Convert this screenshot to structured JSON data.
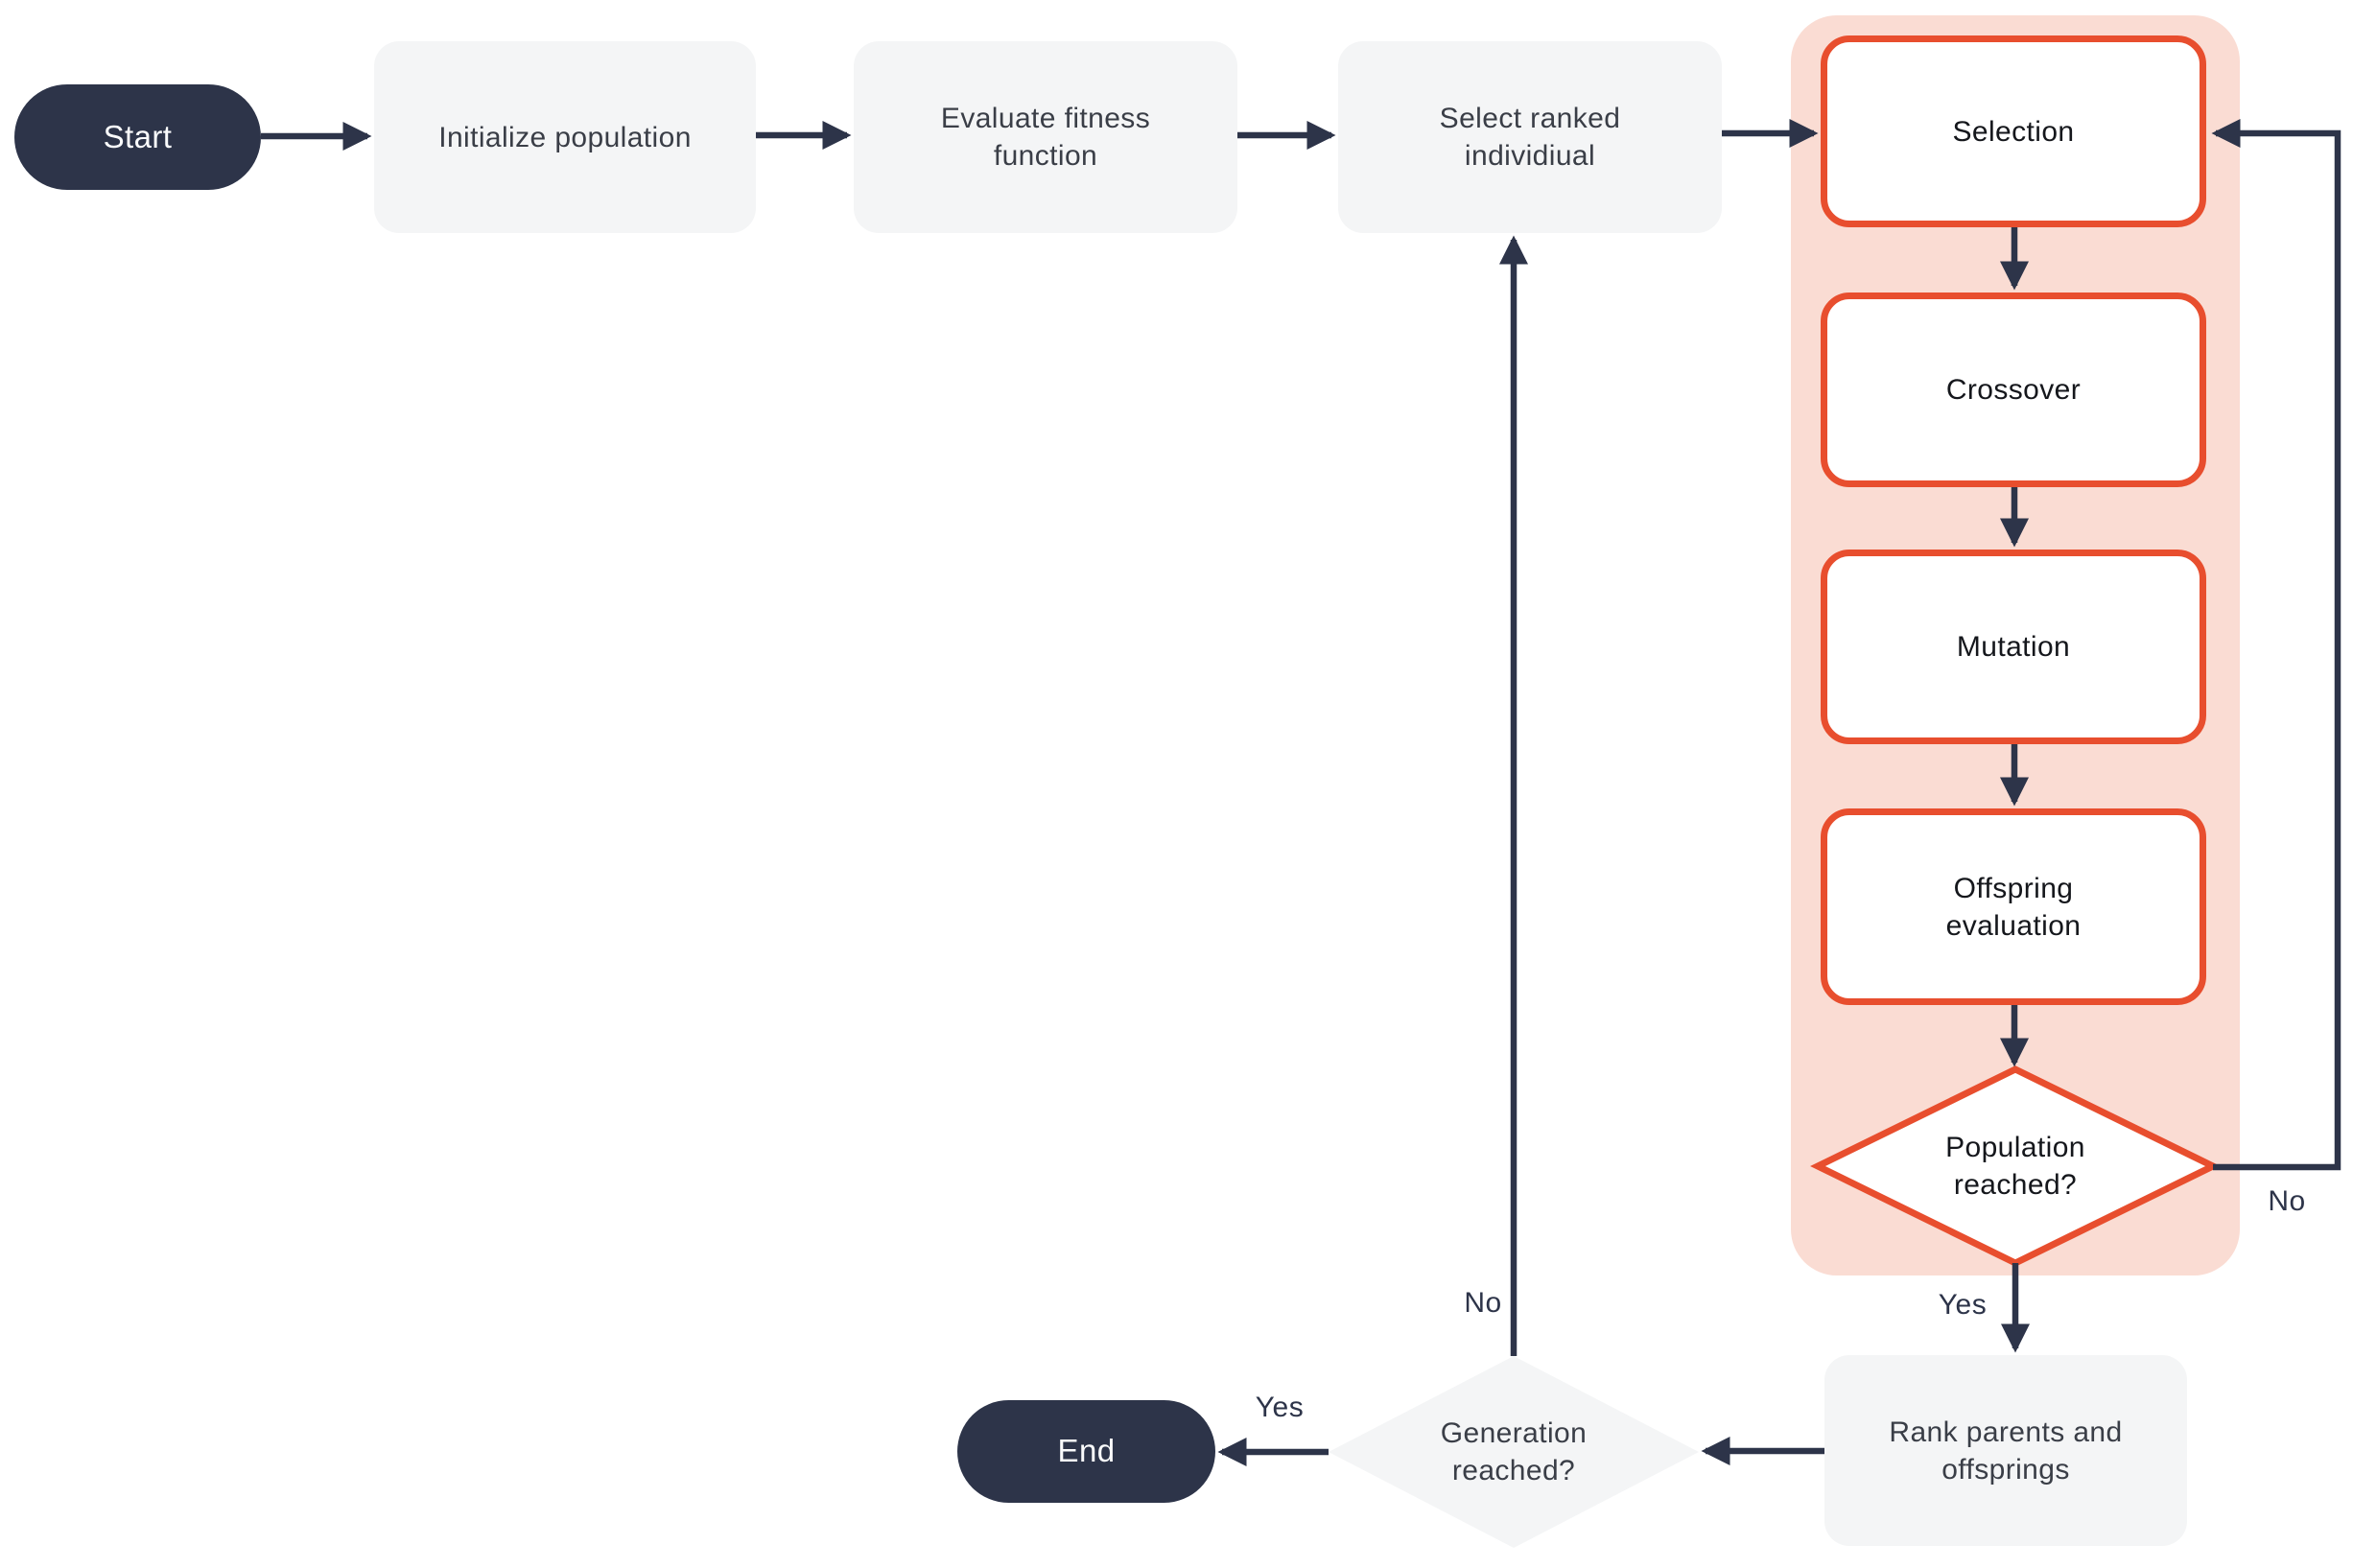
{
  "nodes": {
    "start": {
      "label": "Start"
    },
    "initialize": {
      "label": "Initialize population"
    },
    "evaluate": {
      "label": "Evaluate fitness\nfunction"
    },
    "select_ranked": {
      "label": "Select ranked\nindividiual"
    },
    "selection": {
      "label": "Selection"
    },
    "crossover": {
      "label": "Crossover"
    },
    "mutation": {
      "label": "Mutation"
    },
    "offspring": {
      "label": "Offspring\nevaluation"
    },
    "population_reached": {
      "label": "Population\nreached?"
    },
    "rank": {
      "label": "Rank parents and\noffsprings"
    },
    "generation_reached": {
      "label": "Generation\nreached?"
    },
    "end": {
      "label": "End"
    }
  },
  "edge_labels": {
    "population_yes": "Yes",
    "population_no": "No",
    "generation_yes": "Yes",
    "generation_no": "No"
  },
  "colors": {
    "arrow_navy": "#2d3449",
    "node_gray": "#f4f5f6",
    "accent_orange": "#e84e2e",
    "group_pink": "#fadcd3",
    "node_white": "#ffffff"
  }
}
